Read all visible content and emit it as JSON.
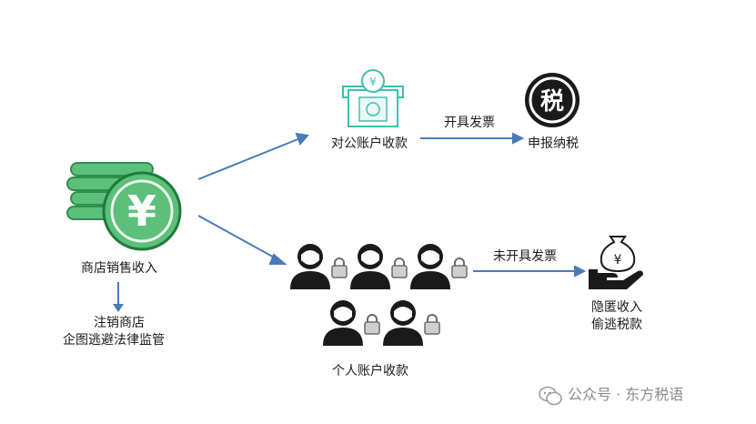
{
  "nodes": {
    "shop_income": "商店销售收入",
    "cancel_line1": "注销商店",
    "cancel_line2": "企图逃避法律监管",
    "corporate_account": "对公账户收款",
    "declare_tax": "申报纳税",
    "personal_account": "个人账户收款",
    "hide_line1": "隐匿收入",
    "hide_line2": "偷逃税款"
  },
  "edges": {
    "issue_invoice": "开具发票",
    "no_invoice": "未开具发票"
  },
  "icons": {
    "tax_badge": "税",
    "yuan": "¥"
  },
  "watermark": {
    "text": "公众号 · 东方税语"
  },
  "colors": {
    "green": "#5cbf7a",
    "green_dark": "#1f7a3c",
    "arrow": "#4a7ab5",
    "teal": "#3fbfb0"
  }
}
